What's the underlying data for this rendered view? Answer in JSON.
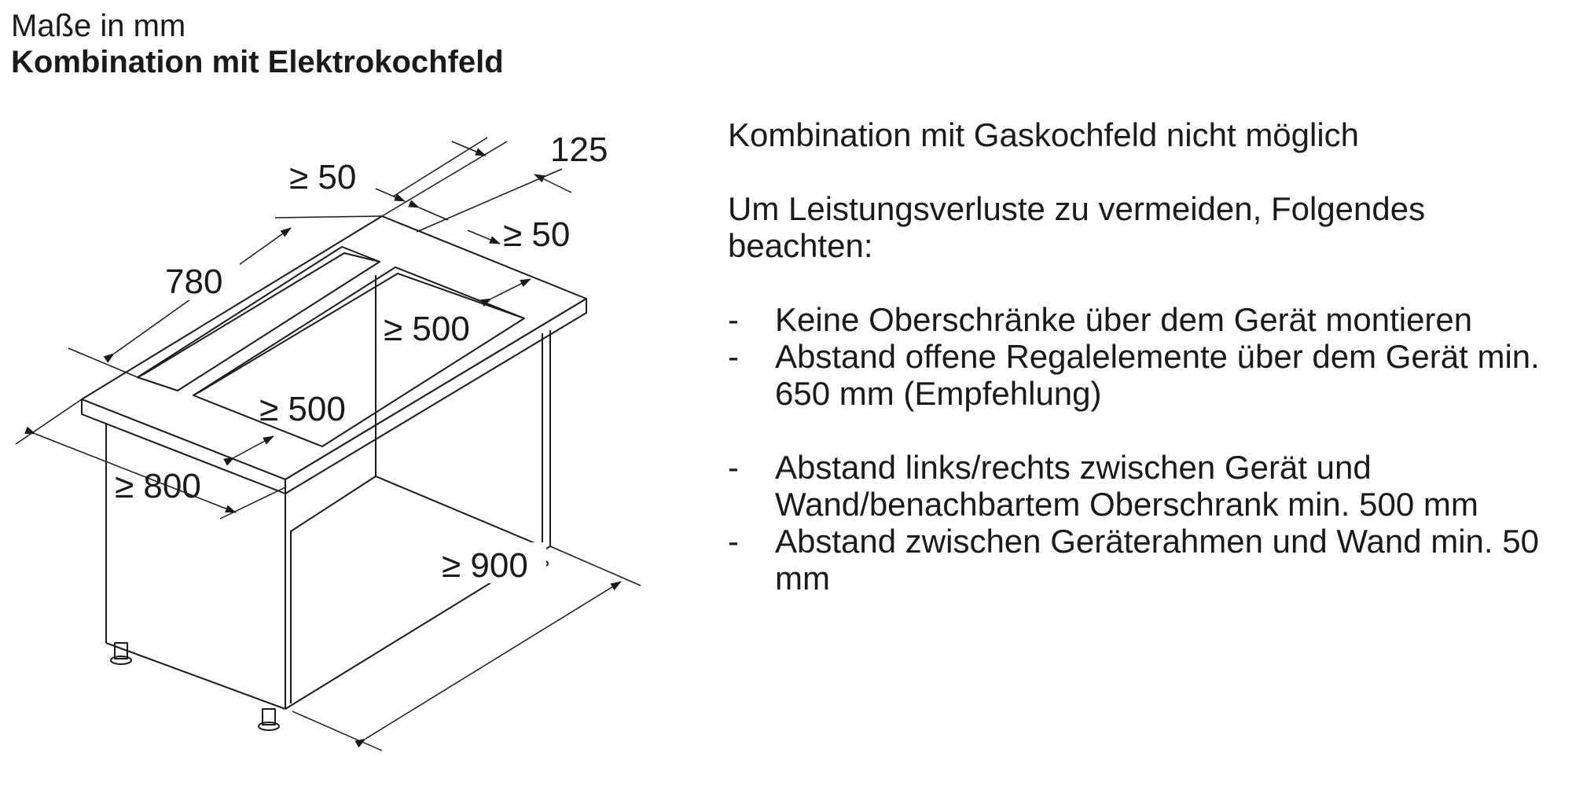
{
  "header": {
    "unit_note": "Maße in mm",
    "subtitle": "Kombination mit Elektrokochfeld"
  },
  "dimensions": {
    "depth_top": "125",
    "rear_gap": "≥ 50",
    "side_gap": "≥ 50",
    "width": "780",
    "side_clearance": "≥ 500",
    "front_clearance": "≥ 500",
    "cabinet_depth": "≥ 800",
    "cabinet_width": "≥ 900"
  },
  "notes": {
    "gas_note": "Kombination mit Gaskochfeld nicht möglich",
    "intro": "Um Leistungsverluste zu vermeiden, Folgendes beachten:",
    "group1": [
      "Keine Oberschränke über dem Gerät montieren",
      "Abstand offene Regalelemente über dem Gerät min. 650 mm (Empfehlung)"
    ],
    "group2": [
      "Abstand links/rechts zwischen Gerät und Wand/benachbartem Oberschrank min. 500 mm",
      "Abstand zwischen Geräterahmen und Wand min. 50 mm"
    ]
  },
  "colors": {
    "line": "#1a1a1a",
    "background": "#ffffff"
  }
}
